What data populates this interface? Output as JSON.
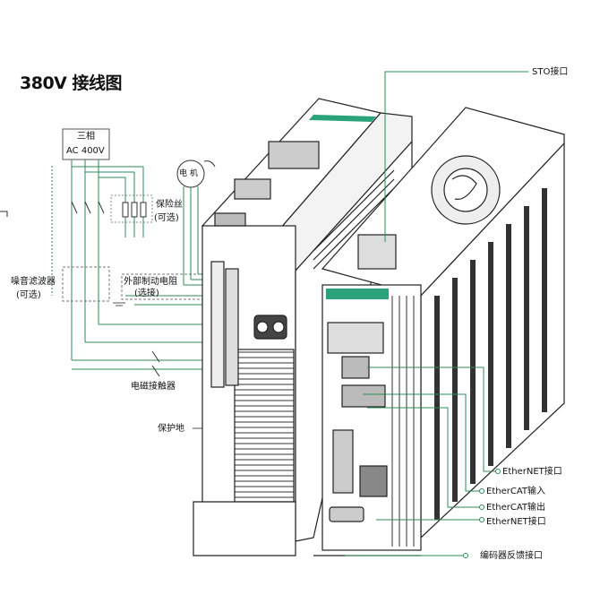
{
  "title": "380V 接线图",
  "labels": {
    "three_phase": "三相",
    "ac_voltage": "AC 400V",
    "motor": "电 机",
    "fuse": "保险丝",
    "fuse_optional": "(可选)",
    "noise_filter": "噪音滤波器",
    "noise_filter_optional": "(可选)",
    "external_brake_resistor": "外部制动电阻",
    "brake_optional": "(选接)",
    "contactor": "电磁接触器",
    "protective_earth": "保护地"
  },
  "ports": {
    "sto": "STO接口",
    "ethernet_1": "EtherNET接口",
    "ethercat_in": "EtherCAT输入",
    "ethercat_out": "EtherCAT输出",
    "ethernet_2": "EtherNET接口",
    "encoder": "编码器反馈接口"
  },
  "colors": {
    "wire": "#2e8b57",
    "device_stroke": "#222222",
    "accent": "#2aa37a"
  }
}
